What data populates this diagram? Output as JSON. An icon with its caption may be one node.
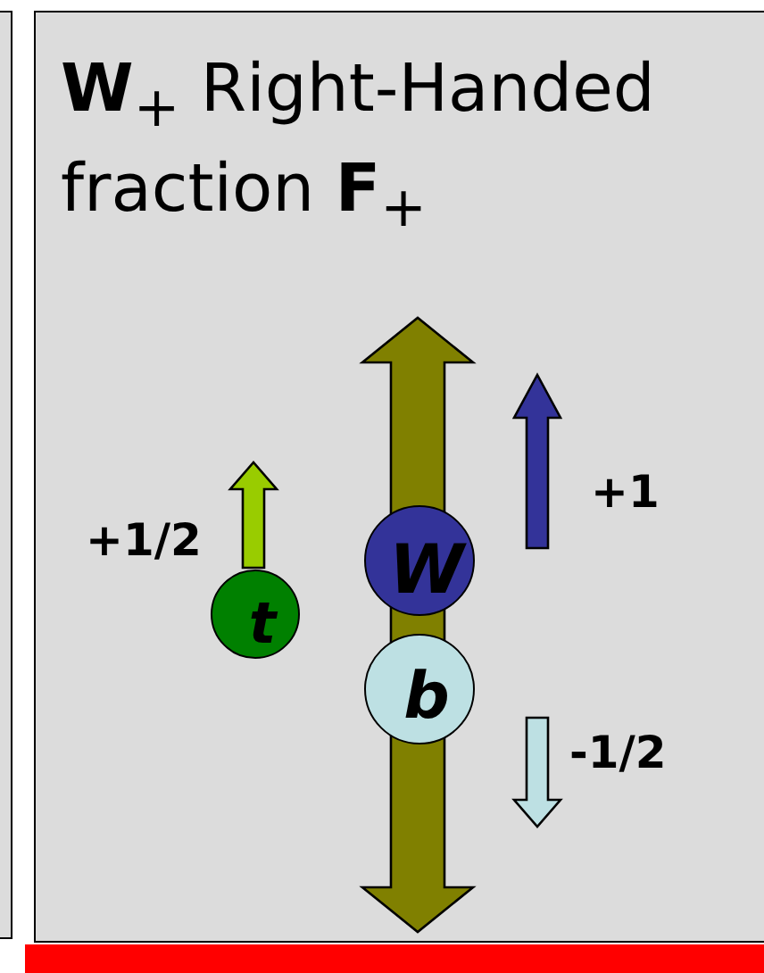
{
  "diagram": {
    "nodes": [
      {
        "text": [
          "**W**$_{+}$ Right-Handed fraction **F**$_{+}$"
        ]
      },
      {
        "text": [
          "t"
        ],
        "in": 0
      },
      {
        "text": [
          "W"
        ],
        "in": 0
      },
      {
        "text": [
          "b"
        ],
        "in": 0
      }
    ],
    "labels": [
      "+1/2",
      "+1",
      "-1/2"
    ]
  }
}
